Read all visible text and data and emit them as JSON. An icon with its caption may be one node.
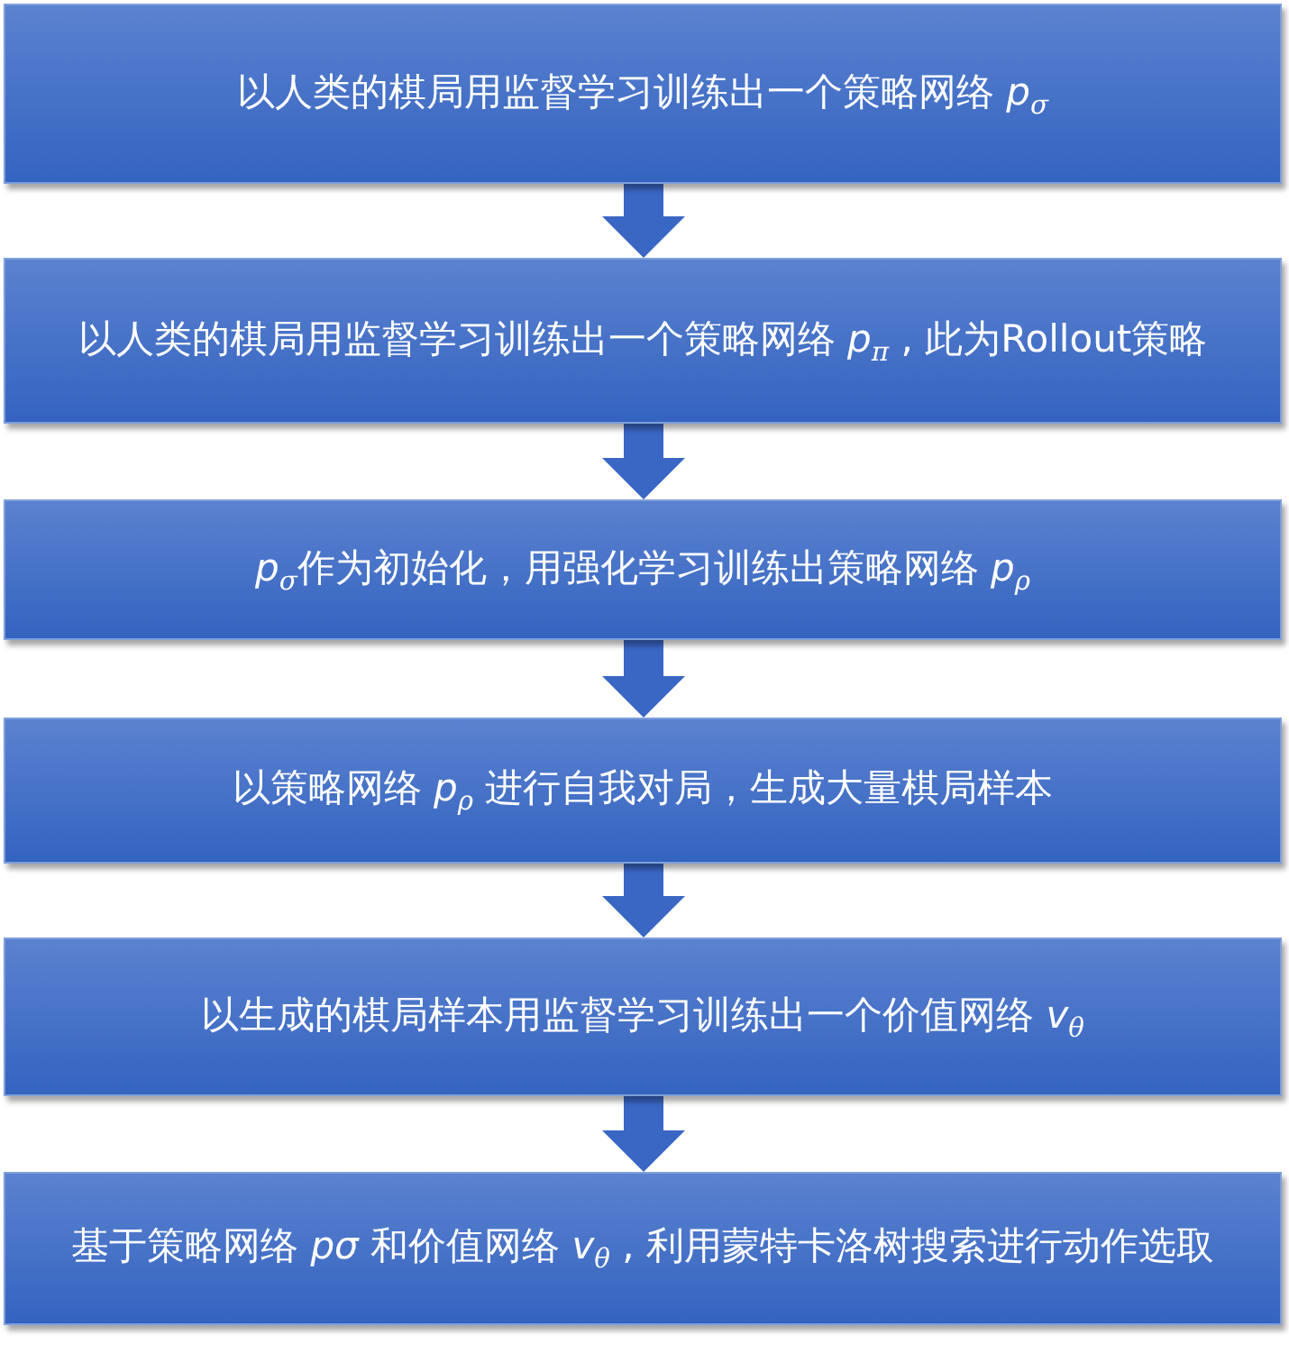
{
  "diagram": {
    "nodes": [
      {
        "text": [
          "以人类的棋局用监督学习训练出一个策略网络 *p*$_{σ}$"
        ]
      },
      {
        "text": [
          "以人类的棋局用监督学习训练出一个策略网络 *p*$_{π}$ , 此为Rollout策略"
        ]
      },
      {
        "text": [
          "*p*$_{σ}$作为初始化，用强化学习训练出策略网络 *p*$_{ρ}$"
        ]
      },
      {
        "text": [
          "以策略网络 *p*$_{ρ}$ 进行自我对局，生成大量棋局样本"
        ]
      },
      {
        "text": [
          "以生成的棋局样本用监督学习训练出一个价值网络 *v*$_{θ}$"
        ]
      },
      {
        "text": [
          "基于策略网络 *pσ* 和价值网络 *v*$_{θ}$ , 利用蒙特卡洛树搜索进行动作选取"
        ]
      }
    ],
    "edges": [
      {
        "from": 0,
        "to": 1,
        "arrow": "to"
      },
      {
        "from": 1,
        "to": 2,
        "arrow": "to"
      },
      {
        "from": 2,
        "to": 3,
        "arrow": "to"
      },
      {
        "from": 3,
        "to": 4,
        "arrow": "to"
      },
      {
        "from": 4,
        "to": 5,
        "arrow": "to"
      }
    ]
  }
}
